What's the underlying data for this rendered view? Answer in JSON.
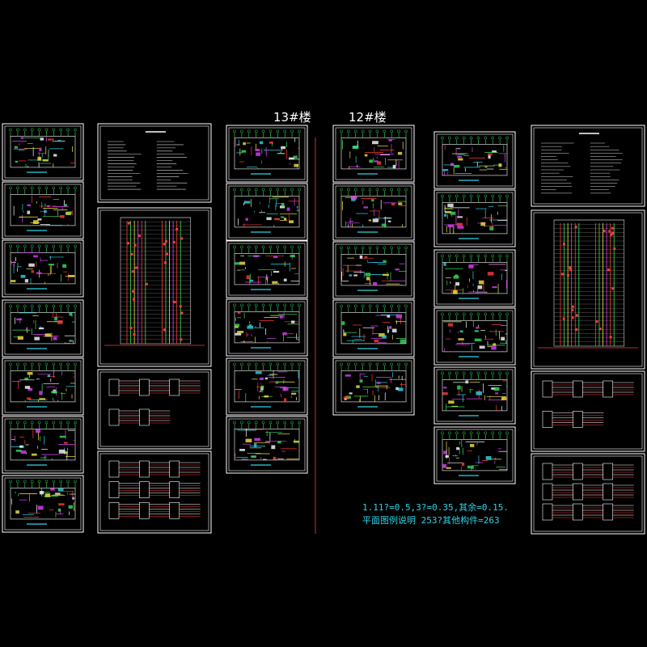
{
  "building_labels": {
    "b13": "13#楼",
    "b12": "12#楼"
  },
  "notes": {
    "line1": "1.11?=0.5,3?=0.35,其余=0.15.",
    "line2": "平面图例说明 253?其他构件=263"
  },
  "colors": {
    "background": "#000000",
    "frame": "#ffffff",
    "accent_cyan": "#2fd3e8",
    "accent_green": "#39e05a",
    "accent_red": "#ff3b3b",
    "accent_magenta": "#e040fb",
    "accent_yellow": "#f5e642",
    "divider_red": "#c0392b"
  },
  "icons": {
    "sheet": "drawing-sheet-icon",
    "divider": "red-divider-line"
  }
}
